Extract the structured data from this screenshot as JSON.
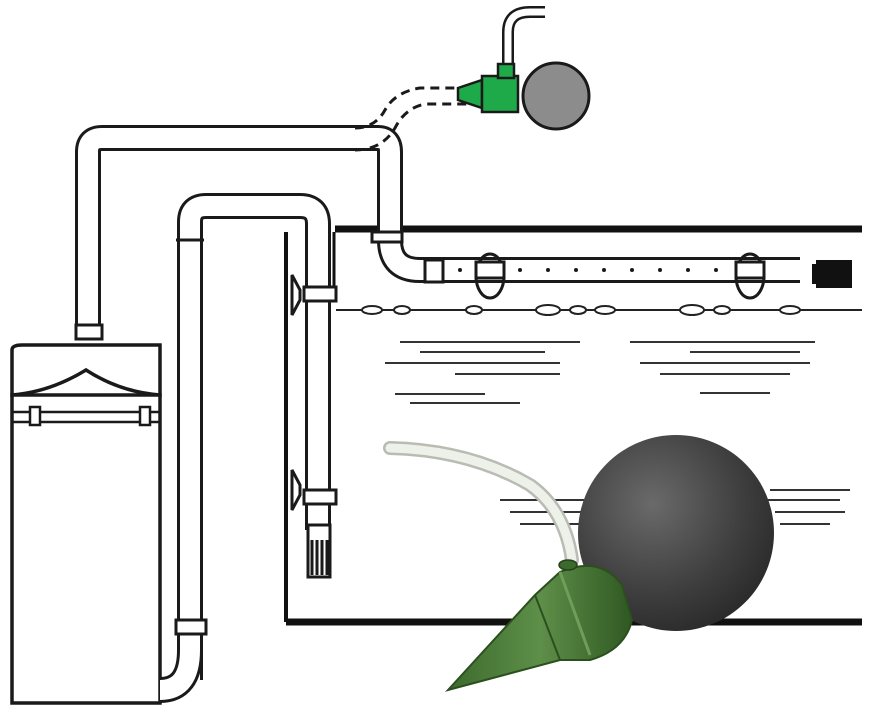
{
  "diagram": {
    "components": [
      {
        "id": "canister-filter",
        "kind": "filter"
      },
      {
        "id": "intake-pipe",
        "kind": "pipe"
      },
      {
        "id": "outflow-pipe",
        "kind": "pipe"
      },
      {
        "id": "spray-bar",
        "kind": "pipe"
      },
      {
        "id": "primer-bulb-inset",
        "kind": "pump"
      },
      {
        "id": "primer-bulb-photo",
        "kind": "pump"
      }
    ],
    "colors": {
      "line": "#1a1a1a",
      "tank_wall": "#111111",
      "primer_green": "#1faa4a",
      "bulb_gray_inset": "#8c8c8c",
      "bulb_rubber": "#3f3f3f",
      "nozzle_green": "#4a7a3a",
      "tube_clear": "#e8ece4"
    }
  }
}
